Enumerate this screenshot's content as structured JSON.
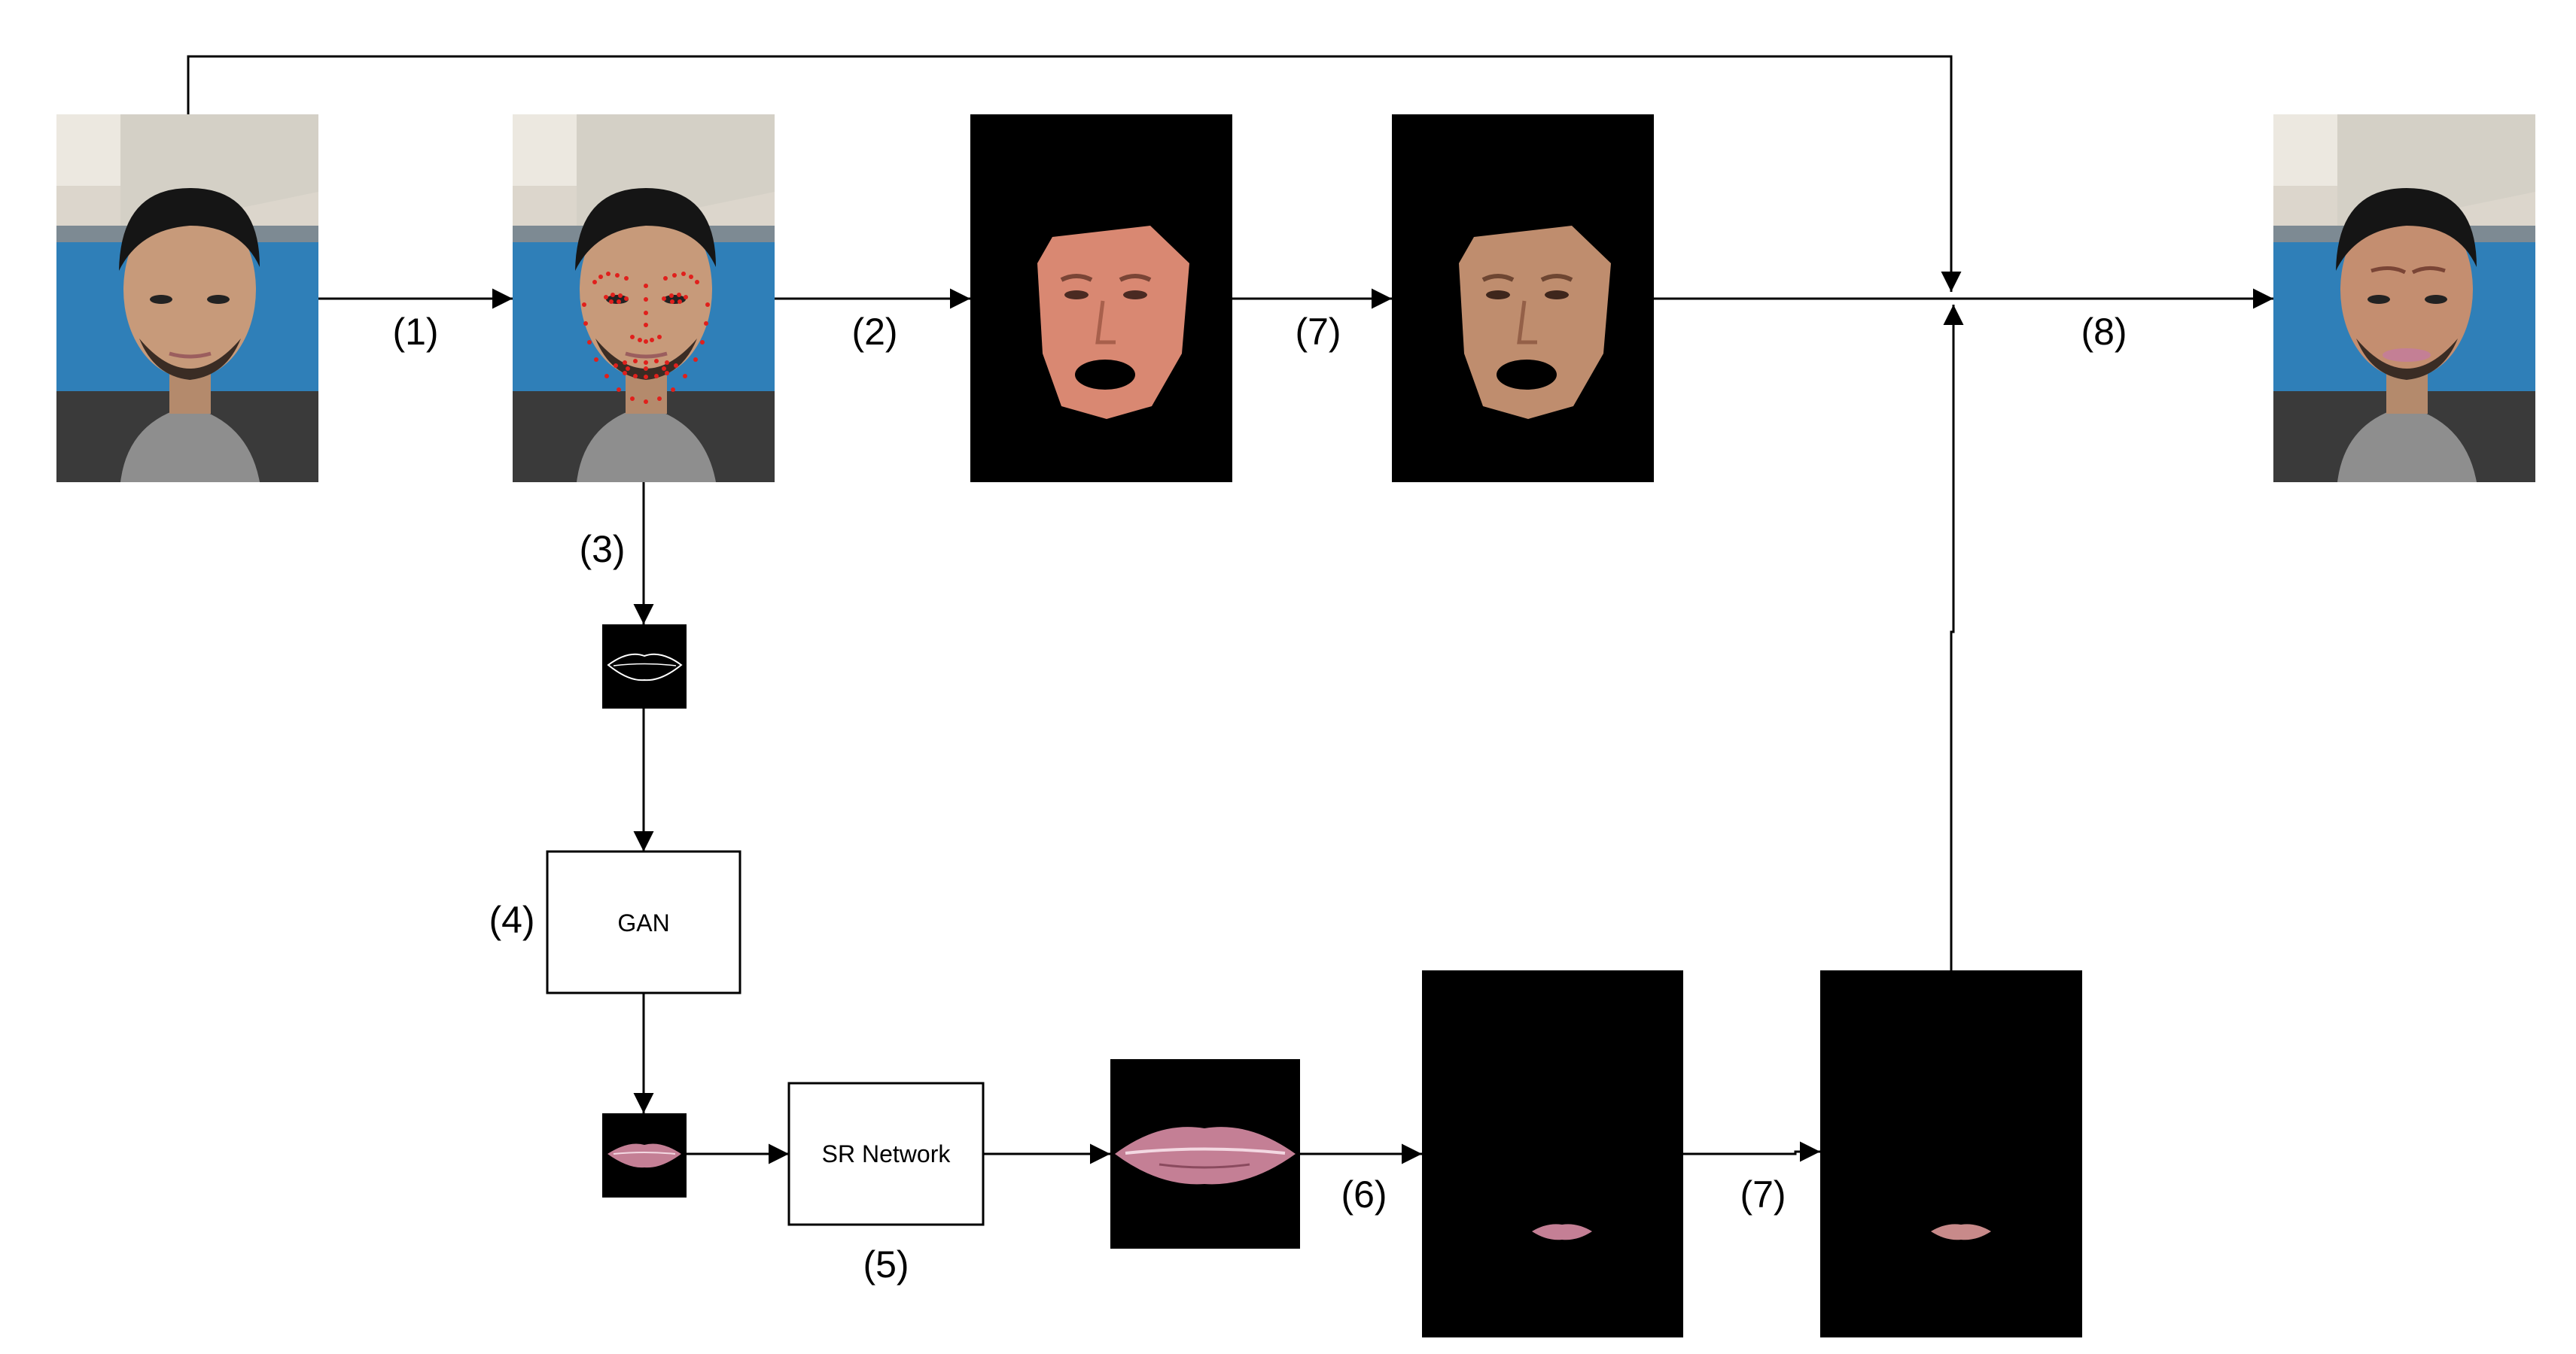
{
  "steps": {
    "s1": "(1)",
    "s2": "(2)",
    "s3": "(3)",
    "s4": "(4)",
    "s5": "(5)",
    "s6": "(6)",
    "s7a": "(7)",
    "s7b": "(7)",
    "s8": "(8)"
  },
  "boxes": {
    "gan": "GAN",
    "sr": "SR Network"
  },
  "colors": {
    "wall_blue": "#2f7fb8",
    "skin": "#c79a7a",
    "target_skin": "#d98872",
    "target_skin_matched": "#bf8d6e",
    "lips": "#c47f95",
    "landmark": "#e0201c",
    "background": "#000000"
  },
  "icons": [
    "input-face-photo",
    "landmark-face-photo",
    "target-face-warp",
    "color-matched-face",
    "lip-sketch",
    "generated-lips",
    "upscaled-lips",
    "lip-canvas",
    "output-face-photo"
  ]
}
